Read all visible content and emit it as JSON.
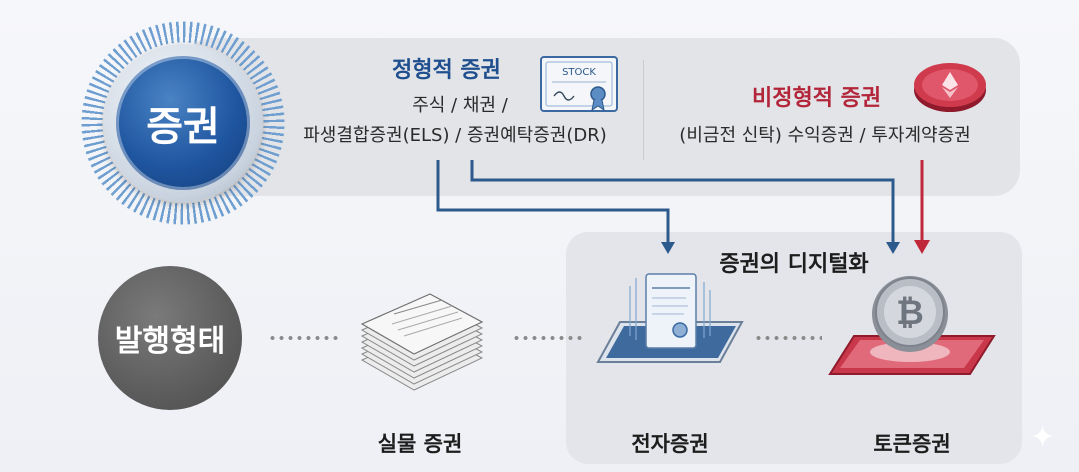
{
  "securities_badge": {
    "label": "증권"
  },
  "formal": {
    "title": "정형적 증권",
    "line1": "주식 / 채권 /",
    "line2": "파생결합증권(ELS) / 증권예탁증권(DR)",
    "certificate_text": "STOCK"
  },
  "informal": {
    "title": "비정형적 증권",
    "line1": "(비금전 신탁) 수익증권 / 투자계약증권"
  },
  "digitalization": {
    "title": "증권의 디지털화"
  },
  "issuance_badge": {
    "label": "발행형태"
  },
  "items": [
    {
      "label": "실물 증권",
      "icon": "paper-stack-icon"
    },
    {
      "label": "전자증권",
      "icon": "tablet-document-icon"
    },
    {
      "label": "토큰증권",
      "icon": "bitcoin-coin-icon"
    }
  ],
  "colors": {
    "blue": "#1f4f8f",
    "red": "#b3263a",
    "arrow_blue": "#2d5a8c",
    "arrow_red": "#c0283a"
  }
}
